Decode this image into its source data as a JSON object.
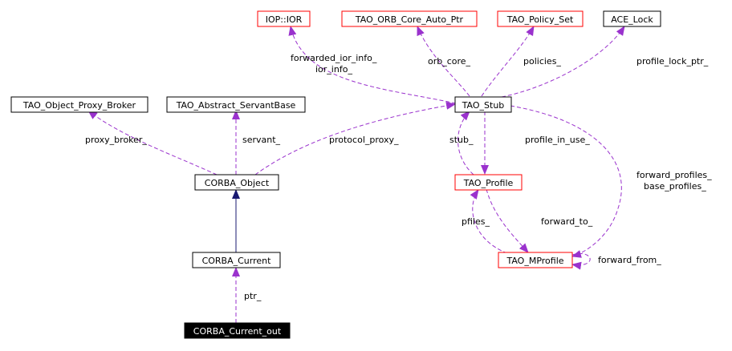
{
  "diagram": {
    "title": "CORBA_Current_out collaboration graph",
    "colors": {
      "node_border_default": "#000000",
      "node_border_undocumented": "#ff0000",
      "node_current_fill": "#000000",
      "edge_usage": "#9a32cd",
      "edge_inheritance": "#191970"
    },
    "nodes": [
      {
        "id": "iop_ior",
        "label": "IOP::IOR",
        "style": "red"
      },
      {
        "id": "orb_core_ptr",
        "label": "TAO_ORB_Core_Auto_Ptr",
        "style": "red"
      },
      {
        "id": "policy_set",
        "label": "TAO_Policy_Set",
        "style": "red"
      },
      {
        "id": "ace_lock",
        "label": "ACE_Lock",
        "style": "black"
      },
      {
        "id": "proxy_broker",
        "label": "TAO_Object_Proxy_Broker",
        "style": "black"
      },
      {
        "id": "servant_base",
        "label": "TAO_Abstract_ServantBase",
        "style": "black"
      },
      {
        "id": "tao_stub",
        "label": "TAO_Stub",
        "style": "black"
      },
      {
        "id": "corba_object",
        "label": "CORBA_Object",
        "style": "black"
      },
      {
        "id": "tao_profile",
        "label": "TAO_Profile",
        "style": "red"
      },
      {
        "id": "corba_current",
        "label": "CORBA_Current",
        "style": "black"
      },
      {
        "id": "tao_mprofile",
        "label": "TAO_MProfile",
        "style": "red"
      },
      {
        "id": "corba_current_out",
        "label": "CORBA_Current_out",
        "style": "current"
      }
    ],
    "edges": [
      {
        "from": "tao_stub",
        "to": "iop_ior",
        "kind": "usage",
        "labels": [
          "forwarded_ior_info_",
          "ior_info_"
        ]
      },
      {
        "from": "tao_stub",
        "to": "orb_core_ptr",
        "kind": "usage",
        "labels": [
          "orb_core_"
        ]
      },
      {
        "from": "tao_stub",
        "to": "policy_set",
        "kind": "usage",
        "labels": [
          "policies_"
        ]
      },
      {
        "from": "tao_stub",
        "to": "ace_lock",
        "kind": "usage",
        "labels": [
          "profile_lock_ptr_"
        ]
      },
      {
        "from": "corba_object",
        "to": "proxy_broker",
        "kind": "usage",
        "labels": [
          "proxy_broker_"
        ]
      },
      {
        "from": "corba_object",
        "to": "servant_base",
        "kind": "usage",
        "labels": [
          "servant_"
        ]
      },
      {
        "from": "corba_object",
        "to": "tao_stub",
        "kind": "usage",
        "labels": [
          "protocol_proxy_"
        ]
      },
      {
        "from": "tao_profile",
        "to": "tao_stub",
        "kind": "usage",
        "labels": [
          "stub_"
        ]
      },
      {
        "from": "tao_stub",
        "to": "tao_profile",
        "kind": "usage",
        "labels": [
          "profile_in_use_"
        ]
      },
      {
        "from": "tao_stub",
        "to": "tao_mprofile",
        "kind": "usage",
        "labels": [
          "forward_profiles_",
          "base_profiles_"
        ]
      },
      {
        "from": "tao_mprofile",
        "to": "tao_profile",
        "kind": "usage",
        "labels": [
          "pfiles_"
        ]
      },
      {
        "from": "tao_profile",
        "to": "tao_mprofile",
        "kind": "usage",
        "labels": [
          "forward_to_"
        ]
      },
      {
        "from": "tao_mprofile",
        "to": "tao_mprofile",
        "kind": "usage",
        "labels": [
          "forward_from_"
        ]
      },
      {
        "from": "corba_current",
        "to": "corba_object",
        "kind": "inheritance",
        "labels": []
      },
      {
        "from": "corba_current_out",
        "to": "corba_current",
        "kind": "usage",
        "labels": [
          "ptr_"
        ]
      }
    ]
  }
}
